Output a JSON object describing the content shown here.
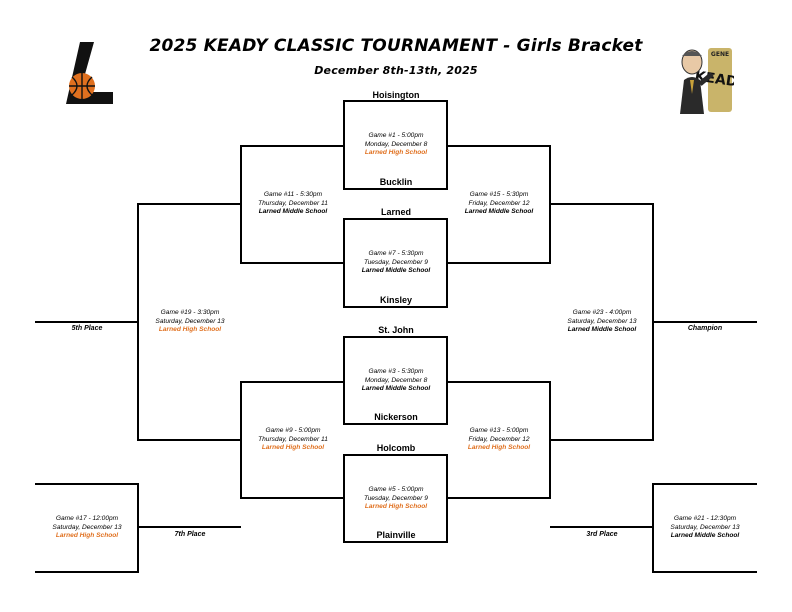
{
  "header": {
    "title": "2025 KEADY CLASSIC TOURNAMENT - Girls Bracket",
    "dates": "December 8th-13th, 2025"
  },
  "logos": {
    "left_icon": "larned-l-basketball-logo",
    "right_icon": "gene-keady-caricature-logo",
    "right_text": "KEADY",
    "right_small_text": "GENE",
    "accent_color": "#e0701f"
  },
  "teams": [
    "Hoisington",
    "Bucklin",
    "Larned",
    "Kinsley",
    "St. John",
    "Nickerson",
    "Holcomb",
    "Plainville"
  ],
  "games": [
    {
      "id": "g1",
      "line1": "Game #1 - 5:00pm",
      "line2": "Monday, December 8",
      "venue": "Larned High School",
      "orange": true
    },
    {
      "id": "g7",
      "line1": "Game #7 - 5:30pm",
      "line2": "Tuesday, December 9",
      "venue": "Larned Middle School",
      "orange": false
    },
    {
      "id": "g3",
      "line1": "Game #3 - 5:30pm",
      "line2": "Monday, December 8",
      "venue": "Larned Middle School",
      "orange": false
    },
    {
      "id": "g5",
      "line1": "Game #5 - 5:00pm",
      "line2": "Tuesday, December 9",
      "venue": "Larned High School",
      "orange": true
    },
    {
      "id": "g11",
      "line1": "Game #11 - 5:30pm",
      "line2": "Thursday, December 11",
      "venue": "Larned Middle School",
      "orange": false
    },
    {
      "id": "g9",
      "line1": "Game #9 - 5:00pm",
      "line2": "Thursday, December 11",
      "venue": "Larned High School",
      "orange": true
    },
    {
      "id": "g15",
      "line1": "Game #15 - 5:30pm",
      "line2": "Friday, December 12",
      "venue": "Larned Middle School",
      "orange": false
    },
    {
      "id": "g13",
      "line1": "Game #13 - 5:00pm",
      "line2": "Friday, December 12",
      "venue": "Larned High School",
      "orange": true
    },
    {
      "id": "g19",
      "line1": "Game #19 - 3:30pm",
      "line2": "Saturday, December 13",
      "venue": "Larned High School",
      "orange": true
    },
    {
      "id": "g23",
      "line1": "Game #23 - 4:00pm",
      "line2": "Saturday, December 13",
      "venue": "Larned Middle School",
      "orange": false
    },
    {
      "id": "g17",
      "line1": "Game #17 - 12:00pm",
      "line2": "Saturday, December 13",
      "venue": "Larned High School",
      "orange": true
    },
    {
      "id": "g21",
      "line1": "Game #21 - 12:30pm",
      "line2": "Saturday, December 13",
      "venue": "Larned Middle School",
      "orange": false
    }
  ],
  "places": {
    "fifth": "5th Place",
    "champion": "Champion",
    "seventh": "7th Place",
    "third": "3rd Place"
  }
}
